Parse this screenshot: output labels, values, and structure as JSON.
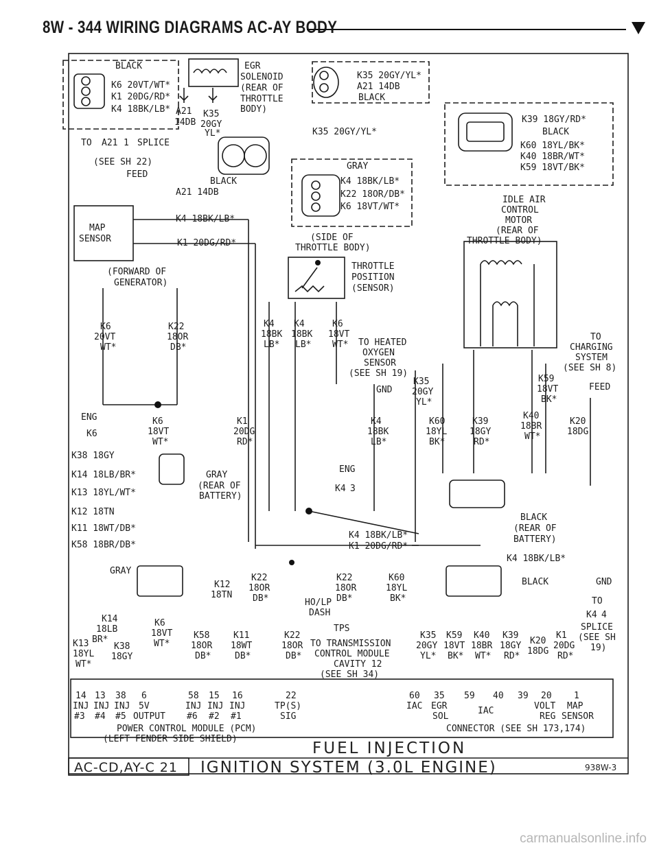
{
  "header": {
    "title": "8W - 344   WIRING DIAGRAMS AC-AY BODY"
  },
  "connectors": {
    "top_left": [
      "BLACK",
      "K6 20VT/WT*",
      "K1 20DG/RD*",
      "K4 18BK/LB*"
    ],
    "egr": [
      "EGR",
      "SOLENOID",
      "(REAR OF",
      "THROTTLE",
      "BODY)"
    ],
    "egr_wires": [
      "A21",
      "14DB",
      "K35",
      "20GY",
      "YL*"
    ],
    "top_mid": [
      "K35 20GY/YL*",
      "A21 14DB",
      "BLACK"
    ],
    "idle_conn": [
      "K39 18GY/RD*",
      "BLACK",
      "K60 18YL/BK*",
      "K40 18BR/WT*",
      "K59 18VT/BK*"
    ],
    "tps_conn": [
      "GRAY",
      "K4 18BK/LB*",
      "K22 18OR/DB*",
      "K6 18VT/WT*"
    ],
    "pcm_conn_label": [
      "GRAY",
      "(REAR OF",
      "BATTERY)"
    ],
    "right_conn_label": [
      "BLACK",
      "(REAR OF",
      "BATTERY)"
    ]
  },
  "labels": {
    "splice_a21": [
      "TO",
      "A21",
      "1",
      "SPLICE",
      "(SEE SH 22)",
      "FEED"
    ],
    "k35_wire": "K35 20GY/YL*",
    "black_a21": [
      "BLACK",
      "A21 14DB"
    ],
    "map_sensor": [
      "MAP",
      "SENSOR"
    ],
    "map_wires": [
      "K4 18BK/LB*",
      "K1 20DG/RD*"
    ],
    "forward_gen": [
      "(FORWARD OF",
      "GENERATOR)"
    ],
    "side_throttle": [
      "(SIDE OF",
      "THROTTLE BODY)"
    ],
    "tps": [
      "THROTTLE",
      "POSITION",
      "(SENSOR)"
    ],
    "idle_air": [
      "IDLE AIR",
      "CONTROL",
      "MOTOR",
      "(REAR OF",
      "THROTTLE BODY)"
    ],
    "to_charging": [
      "TO",
      "CHARGING",
      "SYSTEM",
      "(SEE SH 8)",
      "FEED"
    ],
    "to_heated": [
      "TO HEATED",
      "OXYGEN",
      "SENSOR",
      "(SEE SH 19)",
      "GND"
    ],
    "wire_k6": [
      "K6",
      "20VT",
      "WT*"
    ],
    "wire_k22": [
      "K22",
      "18OR",
      "DB*"
    ],
    "wire_k4a": [
      "K4",
      "18BK",
      "LB*"
    ],
    "wire_k4b": [
      "K4",
      "18BK",
      "LB*"
    ],
    "wire_k6b": [
      "K6",
      "18VT",
      "WT*"
    ],
    "wire_k35": [
      "K35",
      "20GY",
      "YL*"
    ],
    "wire_k59": [
      "K59",
      "18VT",
      "BK*"
    ],
    "eng_splice": [
      "ENG",
      "K6"
    ],
    "wire_k6c": [
      "K6",
      "18VT",
      "WT*"
    ],
    "wire_k1": [
      "K1",
      "20DG",
      "RD*"
    ],
    "wire_k4c": [
      "K4",
      "18BK",
      "LB*"
    ],
    "wire_k60": [
      "K60",
      "18YL",
      "BK*"
    ],
    "wire_k39": [
      "K39",
      "18GY",
      "RD*"
    ],
    "wire_k40": [
      "K40",
      "18BR",
      "WT*"
    ],
    "wire_k20": [
      "K20",
      "18DG"
    ],
    "left_wires": [
      "K38 18GY",
      "K14 18LB/BR*",
      "K13 18YL/WT*",
      "K12 18TN",
      "K11 18WT/DB*",
      "K58 18BR/DB*"
    ],
    "eng_k4": [
      "ENG",
      "K4",
      "3"
    ],
    "long_wires": [
      "K4 18BK/LB*",
      "K1 20DG/RD*"
    ],
    "k4_top_right": "K4 18BK/LB*",
    "pcm_block_labels": [
      "GRAY",
      "BLACK"
    ],
    "lower_wires": {
      "k12": [
        "K12",
        "18TN"
      ],
      "k22a": [
        "K22",
        "18OR",
        "DB*"
      ],
      "k22b": [
        "K22",
        "18OR",
        "DB*"
      ],
      "ho_lp": [
        "HO/LP",
        "DASH"
      ],
      "k60b": [
        "K60",
        "18YL",
        "BK*"
      ],
      "gnd_to": [
        "GND",
        "TO"
      ],
      "k14": [
        "K14",
        "18LB",
        "BR*"
      ],
      "k13": [
        "K13",
        "18YL",
        "WT*"
      ],
      "k38": [
        "K38",
        "18GY"
      ],
      "k6d": [
        "K6",
        "18VT",
        "WT*"
      ],
      "k58": [
        "K58",
        "18OR",
        "DB*"
      ],
      "k11": [
        "K11",
        "18WT",
        "DB*"
      ],
      "k22c": [
        "K22",
        "18OR",
        "DB*"
      ],
      "tps_label": "TPS",
      "to_trans": [
        "TO TRANSMISSION",
        "CONTROL MODULE",
        "CAVITY 12",
        "(SEE SH 34)"
      ],
      "k35b": [
        "K35",
        "20GY",
        "YL*"
      ],
      "k59b": [
        "K59",
        "18VT",
        "BK*"
      ],
      "k40b": [
        "K40",
        "18BR",
        "WT*"
      ],
      "k39b": [
        "K39",
        "18GY",
        "RD*"
      ],
      "k20b": [
        "K20",
        "18DG"
      ],
      "k1b": [
        "K1",
        "20DG",
        "RD*"
      ],
      "k4_splice": [
        "K4",
        "4",
        "SPLICE",
        "(SEE SH",
        "19)"
      ]
    }
  },
  "pcm": {
    "pins": [
      {
        "n": "14",
        "f": "INJ",
        "g": "#3"
      },
      {
        "n": "13",
        "f": "INJ",
        "g": "#4"
      },
      {
        "n": "38",
        "f": "INJ",
        "g": "#5"
      },
      {
        "n": "6",
        "f": "5V",
        "g": "OUTPUT"
      },
      {
        "n": "58",
        "f": "INJ",
        "g": "#6"
      },
      {
        "n": "15",
        "f": "INJ",
        "g": "#2"
      },
      {
        "n": "16",
        "f": "INJ",
        "g": "#1"
      },
      {
        "n": "22",
        "f": "TP(S)",
        "g": "SIG"
      },
      {
        "n": "60",
        "f": "IAC",
        "g": ""
      },
      {
        "n": "35",
        "f": "EGR",
        "g": "SOL"
      },
      {
        "n": "59",
        "f": "",
        "g": ""
      },
      {
        "n": "40",
        "f": "IAC",
        "g": ""
      },
      {
        "n": "39",
        "f": "",
        "g": ""
      },
      {
        "n": "20",
        "f": "VOLT",
        "g": "REG"
      },
      {
        "n": "1",
        "f": "MAP",
        "g": "SENSOR"
      }
    ],
    "title": [
      "POWER CONTROL MODULE (PCM)",
      "(LEFT FENDER SIDE SHIELD)"
    ],
    "connector_note": "CONNECTOR (SEE SH 173,174)"
  },
  "footer": {
    "system": "FUEL INJECTION",
    "subsystem": "IGNITION SYSTEM (3.0L ENGINE)",
    "model_code": "AC-CD,AY-C 21",
    "figure_id": "938W-3"
  },
  "watermark": "carmanualsonline.info"
}
